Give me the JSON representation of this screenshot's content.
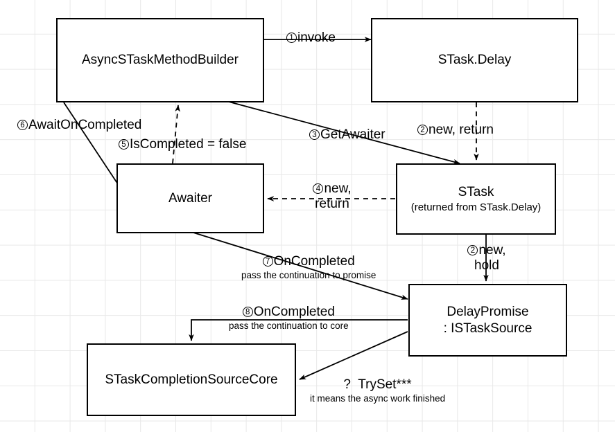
{
  "diagram": {
    "title": "UniTask async flow diagram",
    "background": "#ffffff",
    "grid_color": "#e8e8e8",
    "line_color": "#000000"
  },
  "nodes": [
    {
      "id": "builder",
      "title": "AsyncSTaskMethodBuilder",
      "sub": ""
    },
    {
      "id": "delay",
      "title": "STask.Delay",
      "sub": ""
    },
    {
      "id": "awaiter",
      "title": "Awaiter",
      "sub": ""
    },
    {
      "id": "stask",
      "title": "STask",
      "sub": "(returned from STask.Delay)"
    },
    {
      "id": "promise",
      "title": "DelayPromise",
      "sub": ": ISTaskSource"
    },
    {
      "id": "core",
      "title": "STaskCompletionSourceCore",
      "sub": ""
    }
  ],
  "edges": [
    {
      "id": "e1",
      "marker": "1",
      "label": "invoke",
      "note": "",
      "style": "solid"
    },
    {
      "id": "e2a",
      "marker": "2",
      "label": "new, return",
      "note": "",
      "style": "dashed"
    },
    {
      "id": "e3",
      "marker": "3",
      "label": "GetAwaiter",
      "note": "",
      "style": "solid"
    },
    {
      "id": "e4",
      "marker": "4",
      "label": "new,",
      "label2": "return",
      "style": "dashed"
    },
    {
      "id": "e5",
      "marker": "5",
      "label": "IsCompleted = false",
      "note": "",
      "style": "dashed"
    },
    {
      "id": "e6",
      "marker": "6",
      "label": "AwaitOnCompleted",
      "note": "",
      "style": "solid"
    },
    {
      "id": "e2b",
      "marker": "2",
      "label": "new,",
      "label2": "hold",
      "style": "solid"
    },
    {
      "id": "e7",
      "marker": "7",
      "label": "OnCompleted",
      "note": "pass the continuation to promise",
      "style": "solid"
    },
    {
      "id": "e8",
      "marker": "8",
      "label": "OnCompleted",
      "note": "pass the continuation to core",
      "style": "solid"
    },
    {
      "id": "e9",
      "marker": "?",
      "label": "TrySet***",
      "note": "it means the async work finished",
      "style": "solid"
    }
  ]
}
